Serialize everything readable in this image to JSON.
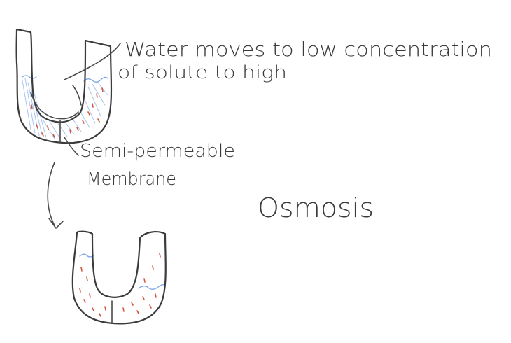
{
  "labels": {
    "annotation_line1": "Water moves to low concentration",
    "annotation_line2": "of solute to high",
    "membrane_line1": "Semi-permeable",
    "membrane_line2": "Membrane",
    "title": "Osmosis"
  },
  "colors": {
    "water": "#7aa6e6",
    "solute": "#d2563b",
    "outline": "#3b3b3b"
  }
}
